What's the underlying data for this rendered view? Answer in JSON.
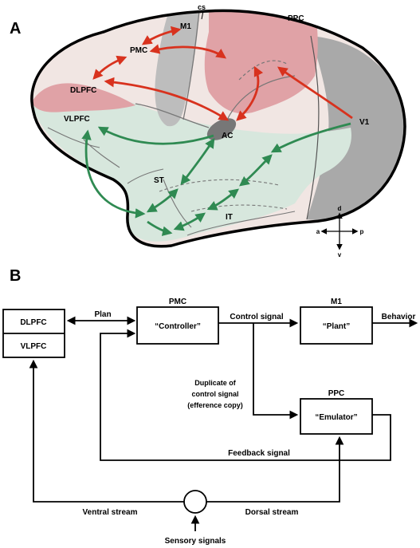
{
  "panel_a": {
    "letter": "A",
    "labels": {
      "cs": "cs",
      "m1": "M1",
      "ppc": "PPC",
      "pmc": "PMC",
      "dlpfc": "DLPFC",
      "vlpfc": "VLPFC",
      "ac": "AC",
      "v1": "V1",
      "st": "ST",
      "it": "IT"
    },
    "compass": {
      "dorsal": "d",
      "ventral": "v",
      "anterior": "a",
      "posterior": "p"
    },
    "colors": {
      "brain_fill": "#f1e6e3",
      "frontal_pink": "#e0a2a6",
      "ventral_green": "#d7e7dd",
      "occipital_gray": "#a9a9a9",
      "motor_gray": "#bdbdbd",
      "dorsal_arrow": "#d8321e",
      "ventral_arrow": "#2f8a52"
    }
  },
  "panel_b": {
    "letter": "B",
    "boxes": {
      "dlpfc": "DLPFC",
      "vlpfc": "VLPFC",
      "controller_title": "PMC",
      "controller": "“Controller”",
      "plant_title": "M1",
      "plant": "“Plant”",
      "emulator_title": "PPC",
      "emulator": "“Emulator”"
    },
    "signals": {
      "plan": "Plan",
      "control_signal": "Control signal",
      "behavior": "Behavior",
      "efference_line1": "Duplicate of",
      "efference_line2": "control signal",
      "efference_line3": "(efference copy)",
      "feedback": "Feedback signal",
      "ventral_stream": "Ventral stream",
      "dorsal_stream": "Dorsal stream",
      "sensory": "Sensory signals"
    }
  }
}
